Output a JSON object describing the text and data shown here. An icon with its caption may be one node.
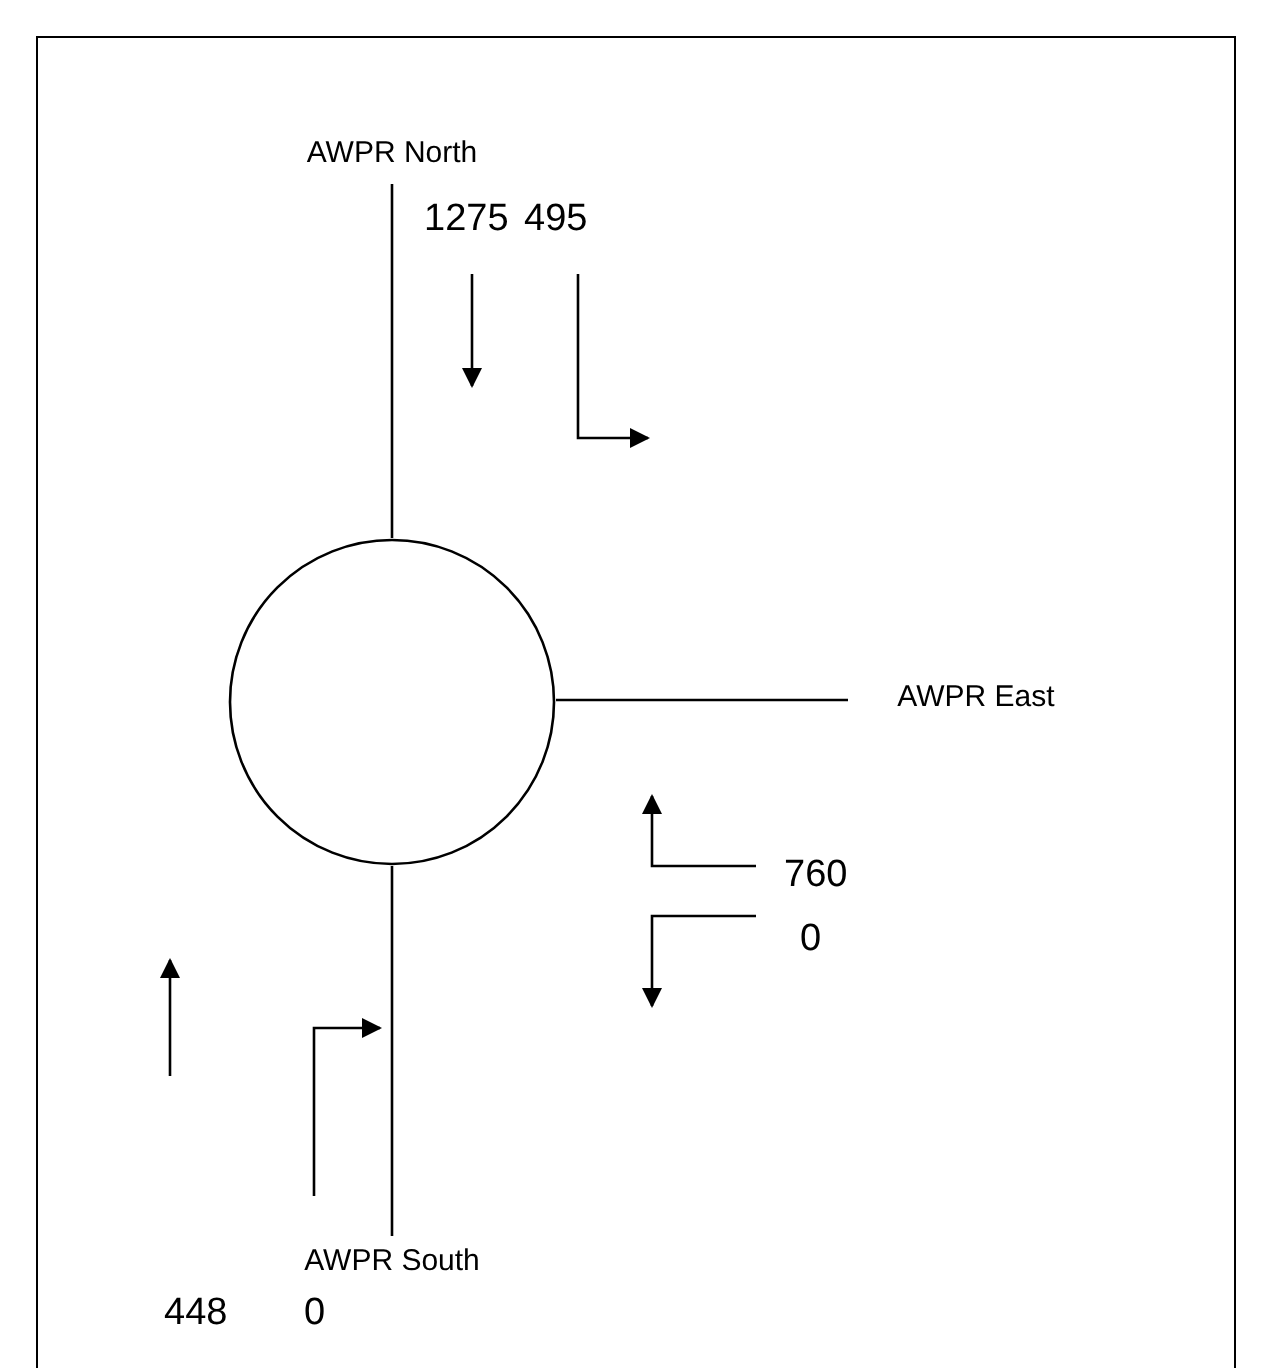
{
  "diagram": {
    "nodes": [
      {
        "text": [],
        "shape": "circle"
      },
      {
        "text": [
          "AWPR North"
        ]
      },
      {
        "text": [
          "AWPR East"
        ]
      },
      {
        "text": [
          "AWPR South"
        ]
      }
    ],
    "edges": [
      {
        "from": 1,
        "to": 0,
        "arrow": "none"
      },
      {
        "from": 0,
        "to": 2,
        "arrow": "none"
      },
      {
        "from": 0,
        "to": 3,
        "arrow": "none"
      }
    ],
    "labels": [
      "1275",
      "495",
      "760",
      "0",
      "448",
      "0"
    ]
  }
}
